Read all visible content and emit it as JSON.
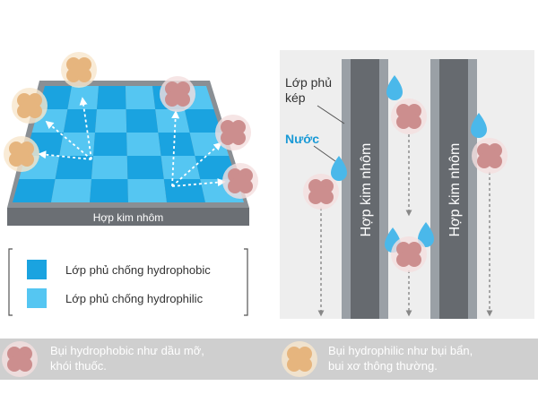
{
  "colors": {
    "hydrophobic": "#1aa3e0",
    "hydrophilic": "#55c6f2",
    "alloy": "#666a6f",
    "coating": "#9aa0a6",
    "bottom_bar": "#cfcfcf",
    "panel": "#eeeeee",
    "water": "#4ab8ea",
    "dust_pink": "#cc8e8e",
    "dust_orange": "#e6b57e"
  },
  "left": {
    "plate_label": "Hợp kim nhôm"
  },
  "legend": {
    "hydrophobic": "Lớp phủ chống hydrophobic",
    "hydrophilic": "Lớp phủ chống hydrophilic"
  },
  "right": {
    "coating_label_line1": "Lớp phủ",
    "coating_label_line2": "kép",
    "water_label": "Nước",
    "panel1_label": "Hợp kim nhôm",
    "panel2_label": "Hợp kim nhôm"
  },
  "bottom": {
    "hydrophobic_dust_line1": "Bụi hydrophobic như dầu mỡ,",
    "hydrophobic_dust_line2": "khói thuốc.",
    "hydrophilic_dust_line1": "Bụi hydrophilic như bụi bẩn,",
    "hydrophilic_dust_line2": "bui xơ thông thường."
  }
}
